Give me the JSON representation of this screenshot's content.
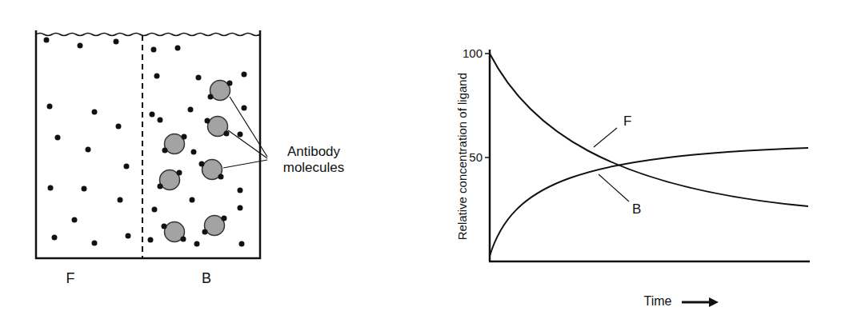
{
  "diagram": {
    "labels": [
      "Antibody molecules",
      "F",
      "B",
      "Relative concentration of ligand",
      "100",
      "50",
      "F",
      "B",
      "Time"
    ]
  }
}
